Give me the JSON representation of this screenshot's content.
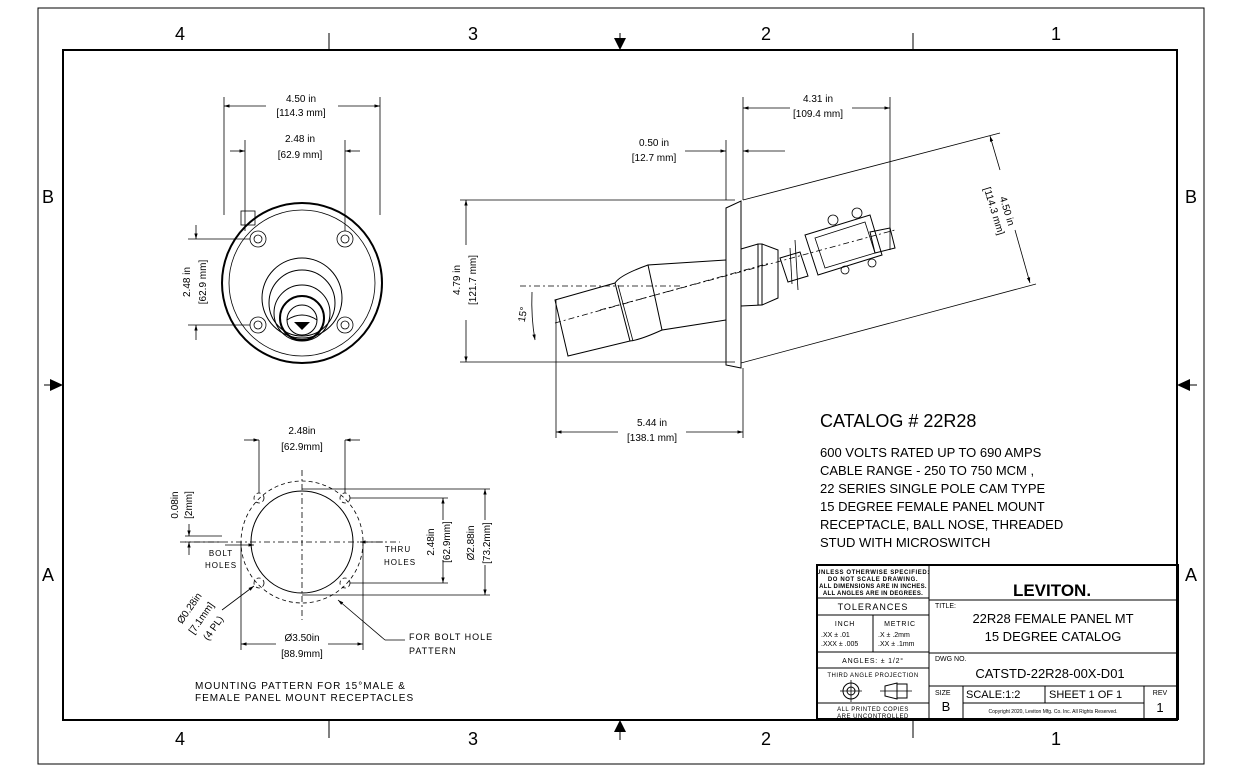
{
  "border": {
    "zones_top": [
      "4",
      "3",
      "2",
      "1"
    ],
    "zones_bottom": [
      "4",
      "3",
      "2",
      "1"
    ],
    "zones_left": [
      "B",
      "A"
    ],
    "zones_right": [
      "B",
      "A"
    ]
  },
  "front_view": {
    "overall_width": "4.50 in",
    "overall_width_mm": "[114.3 mm]",
    "bolt_spacing": "2.48 in",
    "bolt_spacing_mm": "[62.9 mm]",
    "vertical_spacing": "2.48 in",
    "vertical_spacing_mm": "[62.9 mm]"
  },
  "side_view": {
    "depth_top": "4.31 in",
    "depth_top_mm": "[109.4 mm]",
    "flange": "0.50 in",
    "flange_mm": "[12.7 mm]",
    "angled_width": "4.50 in",
    "angled_width_mm": "[114.3 mm]",
    "height": "4.79 in",
    "height_mm": "[121.7 mm]",
    "angle": "15°",
    "length": "5.44 in",
    "length_mm": "[138.1 mm]"
  },
  "mounting": {
    "bolt_spacing": "2.48in",
    "bolt_spacing_mm": "[62.9mm]",
    "offset": "0.08in",
    "offset_mm": "[2mm]",
    "bolt_holes": [
      "BOLT",
      "HOLES"
    ],
    "thru_holes": [
      "THRU",
      "HOLES"
    ],
    "vert_spacing": "2.48in",
    "vert_spacing_mm": "[62.9mm]",
    "diameter": "Ø2.88in",
    "diameter_mm": "[73.2mm]",
    "hole_dia": "Ø0.28in",
    "hole_dia_mm": "[7.1mm]",
    "hole_count": "(4 PL)",
    "outer_dia": "Ø3.50in",
    "outer_dia_mm": "[88.9mm]",
    "bolt_pattern": [
      "FOR BOLT HOLE",
      "PATTERN"
    ],
    "caption": [
      "MOUNTING PATTERN FOR 15°MALE &",
      "FEMALE PANEL MOUNT RECEPTACLES"
    ]
  },
  "catalog": {
    "title": "CATALOG # 22R28",
    "lines": [
      "600 VOLTS RATED UP TO 690 AMPS",
      "CABLE RANGE - 250 TO 750 MCM ,",
      "22 SERIES SINGLE POLE CAM TYPE",
      "15 DEGREE FEMALE PANEL MOUNT",
      "RECEPTACLE, BALL NOSE, THREADED",
      "STUD WITH MICROSWITCH"
    ]
  },
  "title_block": {
    "notes": [
      "UNLESS OTHERWISE SPECIFIED:",
      "DO NOT SCALE DRAWING.",
      "ALL DIMENSIONS ARE IN INCHES.",
      "ALL ANGLES ARE IN DEGREES."
    ],
    "tolerances": "TOLERANCES",
    "inch": "INCH",
    "metric": "METRIC",
    "inch_tol": [
      ".XX  ±  .01",
      ".XXX  ±  .005"
    ],
    "metric_tol": [
      ".X  ±  .2mm",
      ".XX  ±  .1mm"
    ],
    "angles": "ANGLES: ± 1/2°",
    "projection": "THIRD ANGLE PROJECTION",
    "copies": [
      "ALL PRINTED COPIES",
      "ARE UNCONTROLLED"
    ],
    "logo": "LEVITON.",
    "title_label": "TITLE:",
    "title_lines": [
      "22R28 FEMALE PANEL MT",
      "15 DEGREE CATALOG"
    ],
    "dwg_label": "DWG NO.",
    "dwg_no": "CATSTD-22R28-00X-D01",
    "size_label": "SIZE",
    "size": "B",
    "scale": "SCALE:1:2",
    "sheet": "SHEET 1 OF 1",
    "rev_label": "REV",
    "rev": "1",
    "copyright": "Copyright 2020, Leviton Mfg. Co. Inc. All Rights Reserved."
  }
}
